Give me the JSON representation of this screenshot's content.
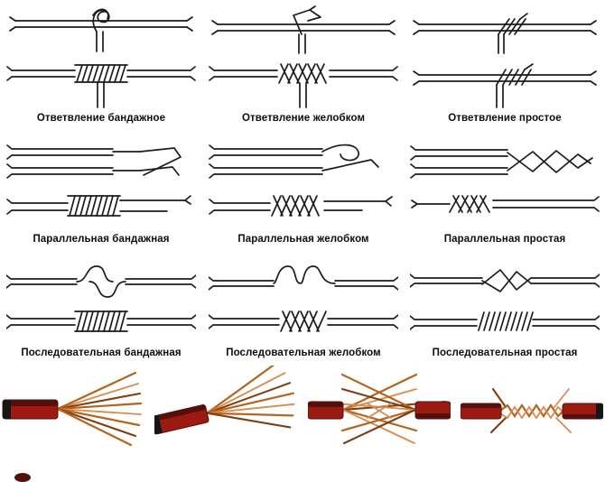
{
  "page": {
    "background": "#ffffff"
  },
  "colors": {
    "page-bg": "#ffffff",
    "line": "#1c1c1c",
    "label": "#0d0d0d",
    "cable": "#9c1a12",
    "cable_dark": "#55100c",
    "cable_cap": "#161616",
    "copper": "#b5651d",
    "copper_light": "#d98a4f",
    "copper_dark": "#7e3f12"
  },
  "cells": [
    {
      "label": "Ответвление бандажное"
    },
    {
      "label": "Ответвление желобком"
    },
    {
      "label": "Ответвление простое"
    },
    {
      "label": "Параллельная бандажная"
    },
    {
      "label": "Параллельная желобком"
    },
    {
      "label": "Параллельная простая"
    },
    {
      "label": "Последовательная бандажная"
    },
    {
      "label": "Последовательная желобком"
    },
    {
      "label": "Последовательная простая"
    }
  ],
  "photos": [
    {
      "icon": "single-cable-fanned-strands"
    },
    {
      "icon": "single-cable-fanned-strands-angled"
    },
    {
      "icon": "two-cables-crossed-strands"
    },
    {
      "icon": "two-cables-twisted-joint"
    }
  ]
}
